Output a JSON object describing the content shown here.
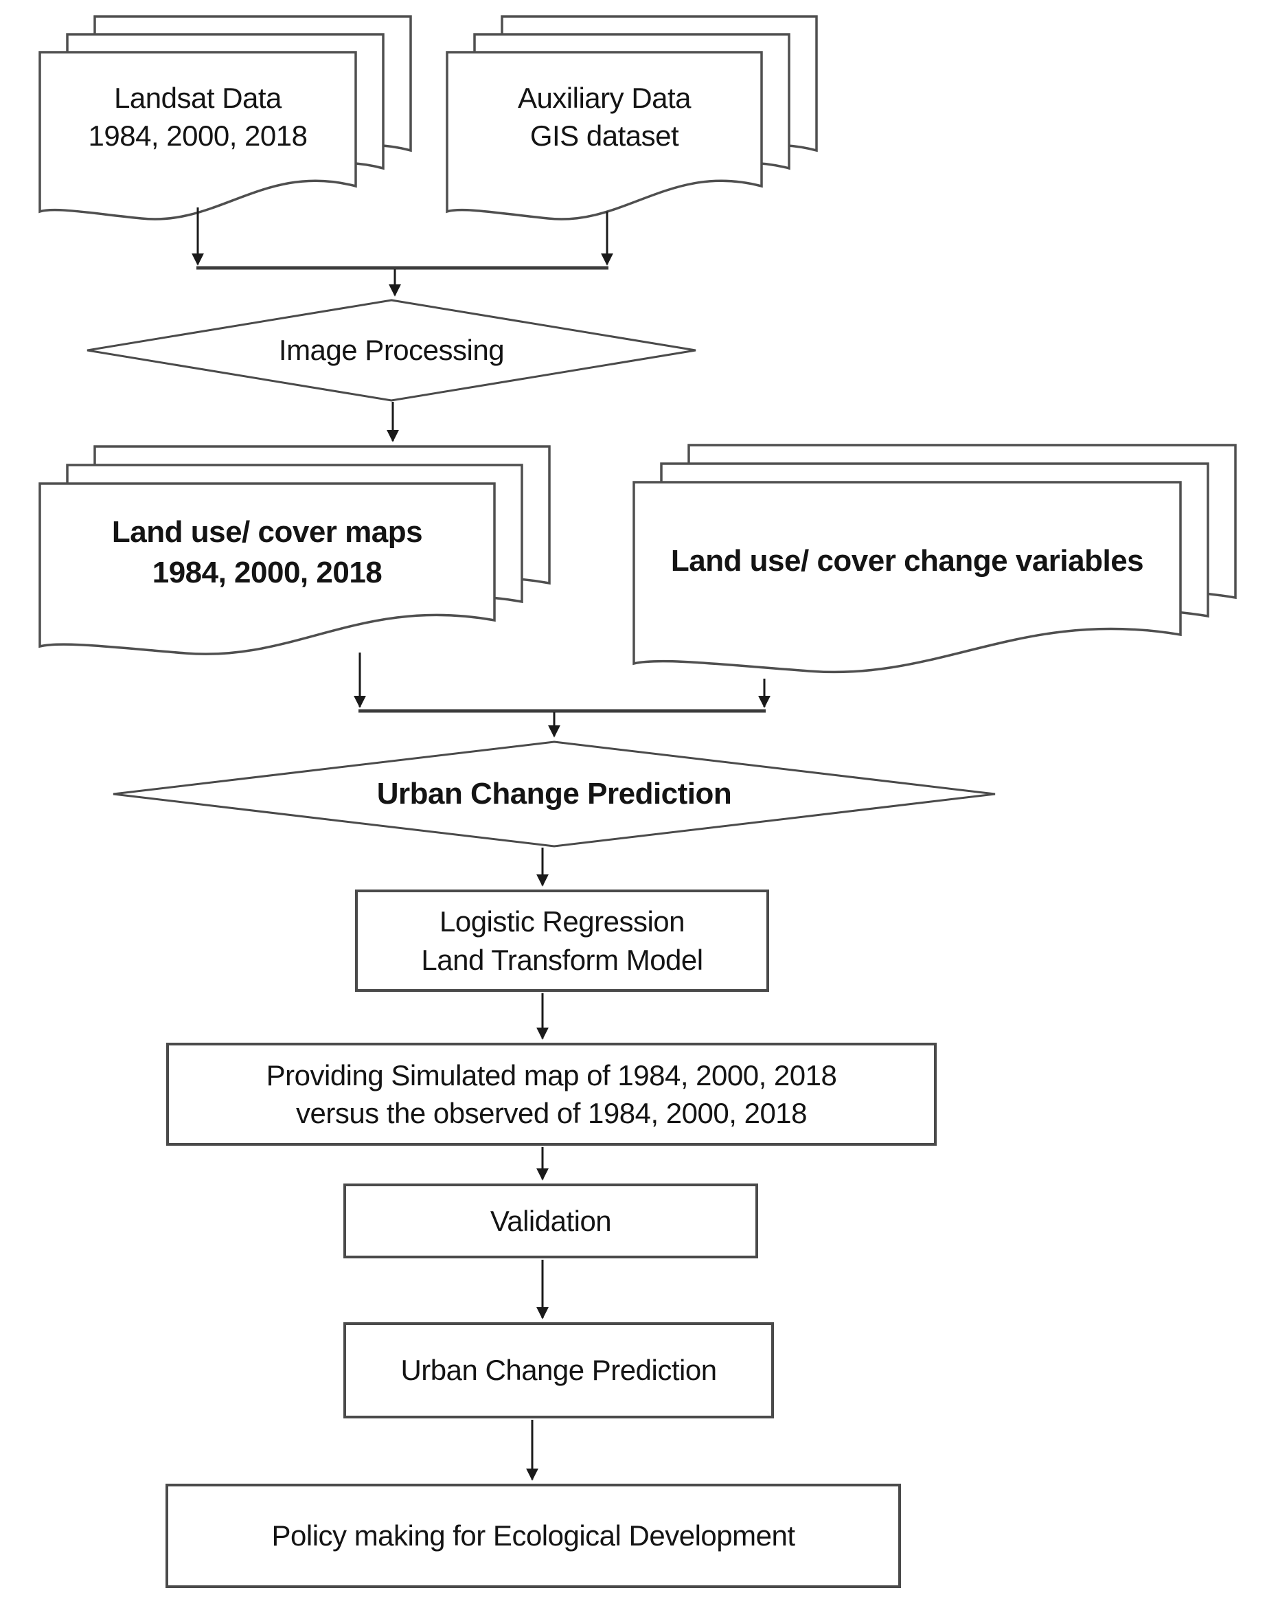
{
  "flowchart": {
    "title_semantic": "Urban land-use change prediction workflow",
    "colors": {
      "background": "#ffffff",
      "shape_fill": "#ffffff",
      "shape_stroke": "#4a4a4a",
      "connector": "#1a1a1a",
      "text": "#141414"
    },
    "nodes": [
      {
        "id": "landsat-data",
        "type": "document-stack",
        "lines": [
          "Landsat Data",
          "1984, 2000, 2018"
        ]
      },
      {
        "id": "auxiliary-data",
        "type": "document-stack",
        "lines": [
          "Auxiliary Data",
          "GIS dataset"
        ]
      },
      {
        "id": "image-processing",
        "type": "decision-diamond",
        "lines": [
          "Image Processing"
        ]
      },
      {
        "id": "land-use-cover-maps",
        "type": "document-stack",
        "lines": [
          "Land use/ cover maps",
          "1984, 2000, 2018"
        ]
      },
      {
        "id": "land-use-cover-change-variables",
        "type": "document-stack",
        "lines": [
          "Land use/ cover change variables"
        ]
      },
      {
        "id": "urban-change-prediction-decision",
        "type": "decision-diamond",
        "lines": [
          "Urban Change Prediction"
        ]
      },
      {
        "id": "logistic-regression-model",
        "type": "process-box",
        "lines": [
          "Logistic Regression",
          "Land Transform Model"
        ]
      },
      {
        "id": "simulated-vs-observed",
        "type": "process-box",
        "lines": [
          "Providing Simulated map of 1984, 2000, 2018",
          "versus the observed of 1984, 2000, 2018"
        ]
      },
      {
        "id": "validation",
        "type": "process-box",
        "lines": [
          "Validation"
        ]
      },
      {
        "id": "urban-change-prediction-process",
        "type": "process-box",
        "lines": [
          "Urban Change Prediction"
        ]
      },
      {
        "id": "policy-making",
        "type": "process-box",
        "lines": [
          "Policy making for Ecological Development"
        ]
      }
    ]
  }
}
